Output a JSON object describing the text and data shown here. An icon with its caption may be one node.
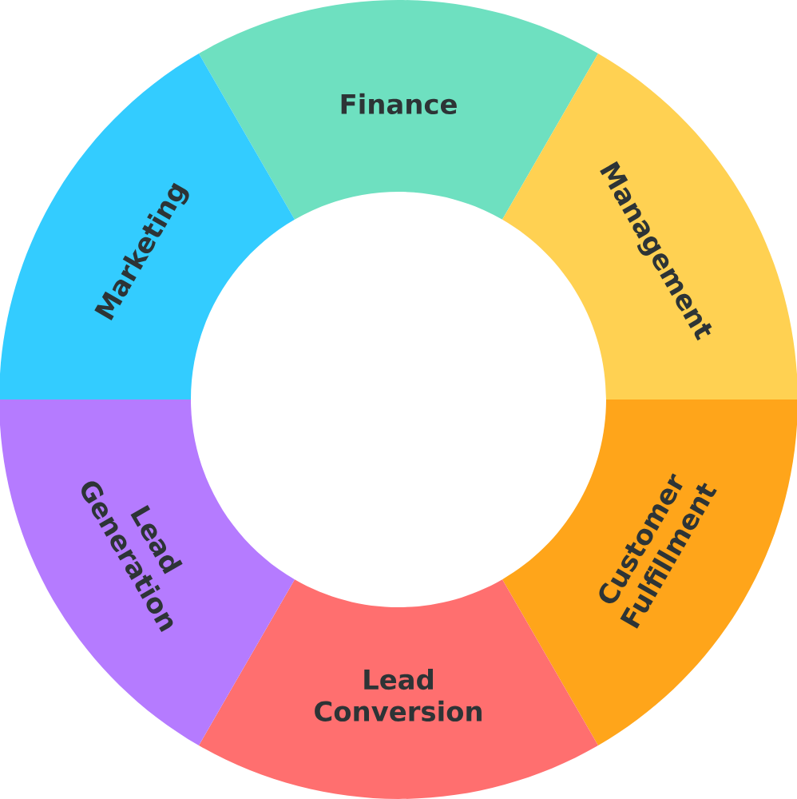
{
  "diagram": {
    "nodes": [
      {
        "text": [
          "Finance"
        ]
      },
      {
        "text": [
          "Management"
        ]
      },
      {
        "text": [
          "Customer Fulfillment"
        ]
      },
      {
        "text": [
          "Lead Conversion"
        ]
      },
      {
        "text": [
          "Lead Generation"
        ]
      },
      {
        "text": [
          "Marketing"
        ]
      }
    ]
  }
}
